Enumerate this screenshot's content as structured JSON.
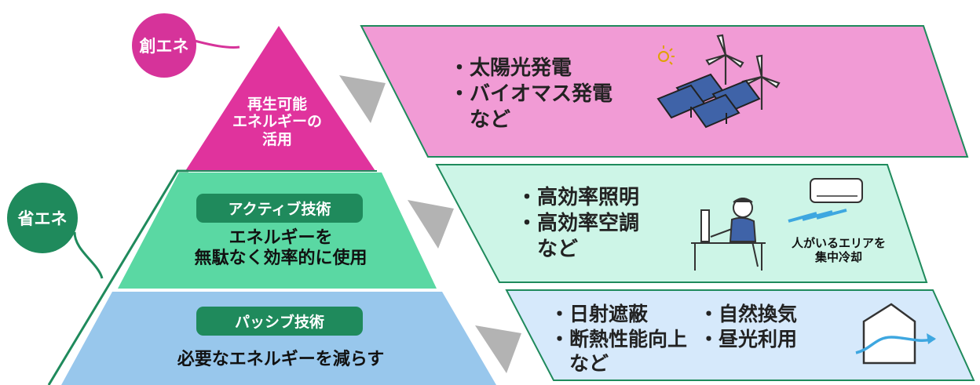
{
  "badges": {
    "create": {
      "label": "創エネ",
      "color": "#d6339a"
    },
    "save": {
      "label": "省エネ",
      "color": "#1f8a5c"
    }
  },
  "pyramid": {
    "top": {
      "lines": [
        "再生可能",
        "エネルギーの",
        "活用"
      ],
      "color": "#e0339d"
    },
    "middle": {
      "pill": "アクティブ技術",
      "lines": [
        "エネルギーを",
        "無駄なく効率的に使用"
      ],
      "color": "#5ad8a3"
    },
    "bottom": {
      "pill": "パッシブ技術",
      "lines": [
        "必要なエネルギーを減らす"
      ],
      "color": "#98c7ec"
    }
  },
  "panels": {
    "create": {
      "items": [
        "・太陽光発電",
        "・バイオマス発電",
        "　など"
      ],
      "color": "#f19bd5",
      "icons": [
        "sun-icon",
        "wind-turbine-icon",
        "solar-panel-icon"
      ]
    },
    "active": {
      "items": [
        "・高効率照明",
        "・高効率空調",
        "　など"
      ],
      "caption": [
        "人がいるエリアを",
        "集中冷却"
      ],
      "color": "#cdf5e7",
      "icons": [
        "air-conditioner-icon",
        "office-worker-icon"
      ]
    },
    "passive": {
      "items_left": [
        "・日射遮蔽",
        "・断熱性能向上",
        "　など"
      ],
      "items_right": [
        "・自然換気",
        "・昼光利用"
      ],
      "color": "#d6e9fb",
      "icons": [
        "house-ventilation-icon"
      ]
    }
  },
  "colors": {
    "arrow": "#b3b3b3",
    "border": "#1f8a5c"
  }
}
